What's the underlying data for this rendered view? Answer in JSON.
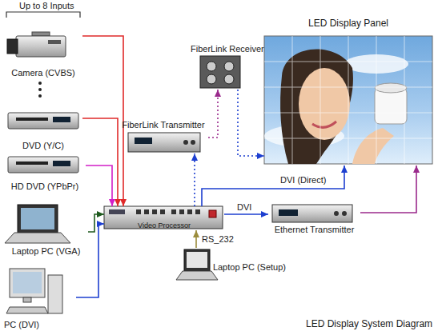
{
  "diagram": {
    "caption": "LED Display System Diagram",
    "nodes": [
      {
        "text": [
          "Camera (CVBS)"
        ]
      },
      {
        "text": [
          "DVD (Y/C)"
        ]
      },
      {
        "text": [
          "HD DVD (YPbPr)"
        ]
      },
      {
        "text": [
          "Laptop PC (VGA)"
        ]
      },
      {
        "text": [
          "PC (DVI)"
        ]
      },
      {
        "text": [
          "Video Processor"
        ]
      },
      {
        "text": [
          "FiberLink Transmitter"
        ]
      },
      {
        "text": [
          "FiberLink Receiver"
        ]
      },
      {
        "text": [
          "LED Display Panel"
        ]
      },
      {
        "text": [
          "Ethernet Transmitter"
        ]
      },
      {
        "text": [
          "Laptop PC (Setup)"
        ]
      }
    ],
    "edges": [
      {
        "from": 0,
        "to": 5,
        "arrow": "to"
      },
      {
        "from": 1,
        "to": 5,
        "arrow": "to"
      },
      {
        "from": 2,
        "to": 5,
        "arrow": "to"
      },
      {
        "from": 3,
        "to": 5,
        "arrow": "to"
      },
      {
        "from": 4,
        "to": 5,
        "arrow": "to"
      },
      {
        "from": 5,
        "to": 6,
        "arrow": "to"
      },
      {
        "from": 6,
        "to": 7,
        "arrow": "to"
      },
      {
        "from": 7,
        "to": 8,
        "arrow": "to"
      },
      {
        "from": 5,
        "to": 8,
        "label": "DVI (Direct)",
        "arrow": "to"
      },
      {
        "from": 5,
        "to": 9,
        "label": "DVI",
        "arrow": "to"
      },
      {
        "from": 9,
        "to": 8,
        "arrow": "to"
      },
      {
        "from": 10,
        "to": 5,
        "label": "RS_232",
        "arrow": "to"
      }
    ],
    "labels": [
      "Up to 8 Inputs"
    ]
  }
}
